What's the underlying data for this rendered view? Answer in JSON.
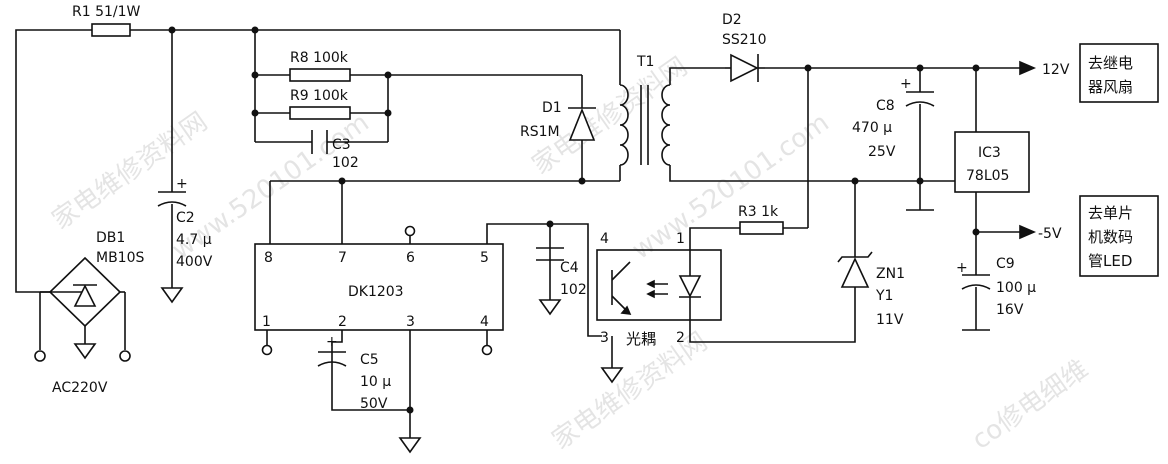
{
  "components": {
    "R1": "R1  51/1W",
    "R8": "R8  100k",
    "R9": "R9  100k",
    "C3": "C3",
    "C3v": "102",
    "D1": "D1",
    "D1t": "RS1M",
    "T1": "T1",
    "D2": "D2",
    "D2t": "SS210",
    "C8": "C8",
    "C8v1": "470 μ",
    "C8v2": "25V",
    "IC3": "IC3",
    "IC3t": "78L05",
    "C2": "C2",
    "C2v1": "4.7 μ",
    "C2v2": "400V",
    "DB1": "DB1",
    "DB1t": "MB10S",
    "AC": "AC220V",
    "DK": "DK1203",
    "C4": "C4",
    "C4v": "102",
    "C5": "C5",
    "C5v1": "10 μ",
    "C5v2": "50V",
    "R3": "R3  1k",
    "ZN1": "ZN1",
    "ZN1t1": "Y1",
    "ZN1t2": "11V",
    "C9": "C9",
    "C9v1": "100 μ",
    "C9v2": "16V",
    "opto": "光耦"
  },
  "pins": {
    "p8": "8",
    "p7": "7",
    "p6": "6",
    "p5": "5",
    "p1": "1",
    "p2": "2",
    "p3": "3",
    "p4": "4",
    "o4": "4",
    "o1": "1",
    "o3": "3",
    "o2": "2"
  },
  "outputs": {
    "v12": "12V",
    "v5": "-5V",
    "box1a": "去继电",
    "box1b": "器风扇",
    "box2a": "去单片",
    "box2b": "机数码",
    "box2c": "管LED"
  },
  "polarity": "+",
  "watermarks": [
    "家电维修资料网",
    "www.520101.com",
    "家电维修资料网",
    "www.520101.com",
    "家电维修资料网",
    "co修电细维"
  ]
}
